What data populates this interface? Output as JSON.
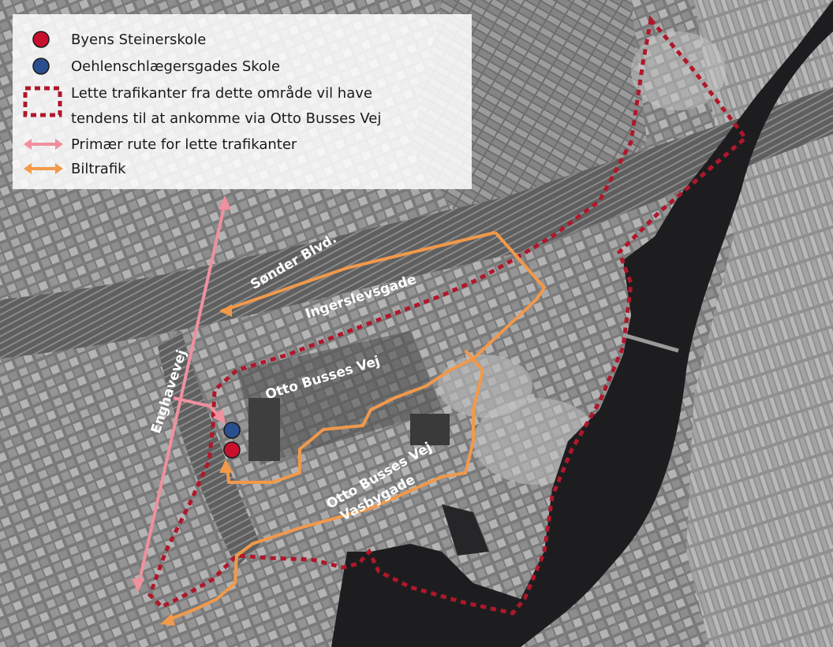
{
  "legend": {
    "steiner": "Byens Steinerskole",
    "oehlen": "Oehlenschlægersgades Skole",
    "zone_line1": "Lette trafikanter fra dette område vil have",
    "zone_line2": "tendens til at ankomme via Otto Busses Vej",
    "primary_route": "Primær rute for lette trafikanter",
    "car_traffic": "Biltrafik"
  },
  "roads": {
    "sonder_blvd": "Sønder Blvd.",
    "ingerslevsgade": "Ingerslevsgade",
    "otto_busses_vej_north": "Otto Busses Vej",
    "otto_busses_vej_south": "Otto Busses Vej",
    "vasbygade": "Vasbygade",
    "enghavevej": "Enghavevej"
  },
  "colors": {
    "steiner_marker": "#c8102e",
    "oehlen_marker": "#2a4f8f",
    "zone_border": "#b0172a",
    "primary_route": "#f0909e",
    "car_traffic": "#f2994a",
    "water": "#1d1d1f"
  }
}
